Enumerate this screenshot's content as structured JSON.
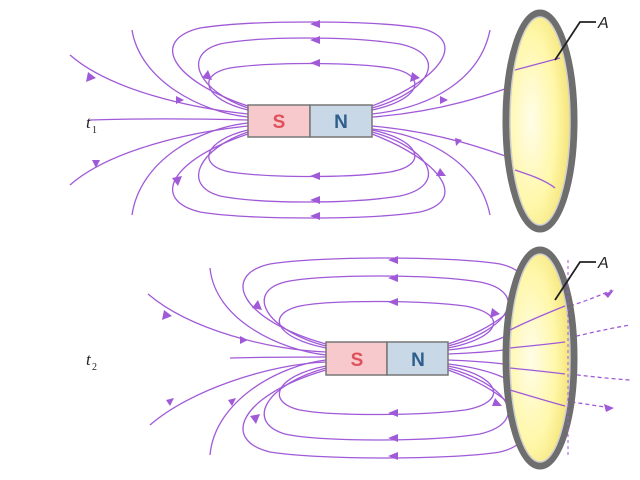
{
  "panels": [
    {
      "id": "top",
      "time_label": "t",
      "time_subscript": "1",
      "magnet": {
        "south_label": "S",
        "north_label": "N"
      },
      "loop_label": "A"
    },
    {
      "id": "bottom",
      "time_label": "t",
      "time_subscript": "2",
      "magnet": {
        "south_label": "S",
        "north_label": "N"
      },
      "loop_label": "A"
    }
  ],
  "colors": {
    "field_line": "#a05ad8",
    "south_pole_fill": "#f7c9cc",
    "north_pole_fill": "#c9d8e6",
    "south_text": "#e0505a",
    "north_text": "#2e5f8c",
    "loop_rim": "#6e6e6e",
    "loop_fill": "#fff7a8"
  }
}
